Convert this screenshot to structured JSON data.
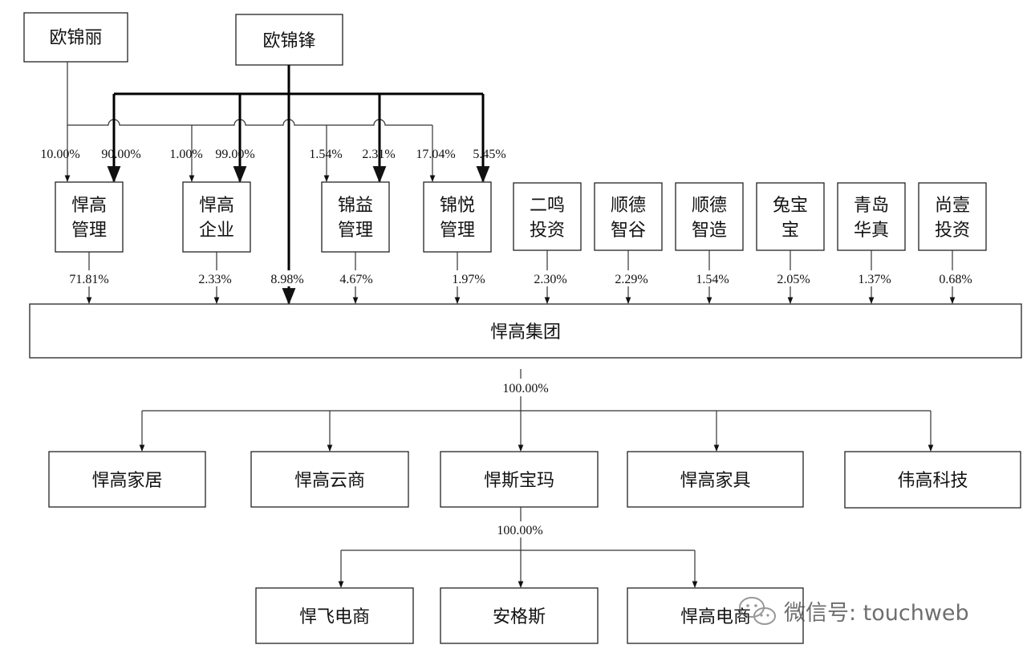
{
  "owners": {
    "ou_jinli": "欧锦丽",
    "ou_jinfeng": "欧锦锋"
  },
  "holding_entities": [
    {
      "id": "hangao_guanli",
      "line1": "悍高",
      "line2": "管理",
      "from_jinli": "10.00%",
      "from_jinfeng": "90.00%",
      "to_group": "71.81%"
    },
    {
      "id": "hangao_qiye",
      "line1": "悍高",
      "line2": "企业",
      "from_jinli": "1.00%",
      "from_jinfeng": "99.00%",
      "to_group": "2.33%"
    },
    {
      "id": "jinyi_guanli",
      "line1": "锦益",
      "line2": "管理",
      "from_jinli": "1.54%",
      "from_jinfeng": "2.31%",
      "to_group": "4.67%"
    },
    {
      "id": "jinyue_guanli",
      "line1": "锦悦",
      "line2": "管理",
      "from_jinli": "17.04%",
      "from_jinfeng": "5.45%",
      "to_group": "1.97%"
    }
  ],
  "direct_holding": {
    "ou_jinfeng_to_group": "8.98%"
  },
  "other_shareholders": [
    {
      "id": "erming_touzi",
      "line1": "二鸣",
      "line2": "投资",
      "to_group": "2.30%"
    },
    {
      "id": "shunde_zhigu",
      "line1": "顺德",
      "line2": "智谷",
      "to_group": "2.29%"
    },
    {
      "id": "shunde_zhizao",
      "line1": "顺德",
      "line2": "智造",
      "to_group": "1.54%"
    },
    {
      "id": "tubaobao",
      "line1": "兔宝",
      "line2": "宝",
      "to_group": "2.05%"
    },
    {
      "id": "qingdao_huazhen",
      "line1": "青岛",
      "line2": "华真",
      "to_group": "1.37%"
    },
    {
      "id": "shangyi_touzi",
      "line1": "尚壹",
      "line2": "投资",
      "to_group": "0.68%"
    }
  ],
  "group": {
    "name": "悍高集团",
    "to_subsidiaries": "100.00%"
  },
  "subsidiaries": [
    {
      "id": "hangao_jiaju",
      "name": "悍高家居"
    },
    {
      "id": "hangao_yunshang",
      "name": "悍高云商"
    },
    {
      "id": "hansi_baoma",
      "name": "悍斯宝玛"
    },
    {
      "id": "hangao_jiaju2",
      "name": "悍高家具"
    },
    {
      "id": "weigao_keji",
      "name": "伟高科技"
    }
  ],
  "second_level": {
    "parent": "悍斯宝玛",
    "pct": "100.00%",
    "items": [
      {
        "id": "hanfei_dianshang",
        "name": "悍飞电商"
      },
      {
        "id": "angesi",
        "name": "安格斯"
      },
      {
        "id": "hangao_dianshang",
        "name": "悍高电商"
      }
    ]
  },
  "watermark": {
    "text": "微信号: touchweb",
    "icon": "wechat-icon"
  },
  "colors": {
    "line": "#000000",
    "box_border": "#222222",
    "watermark": "#555555"
  }
}
